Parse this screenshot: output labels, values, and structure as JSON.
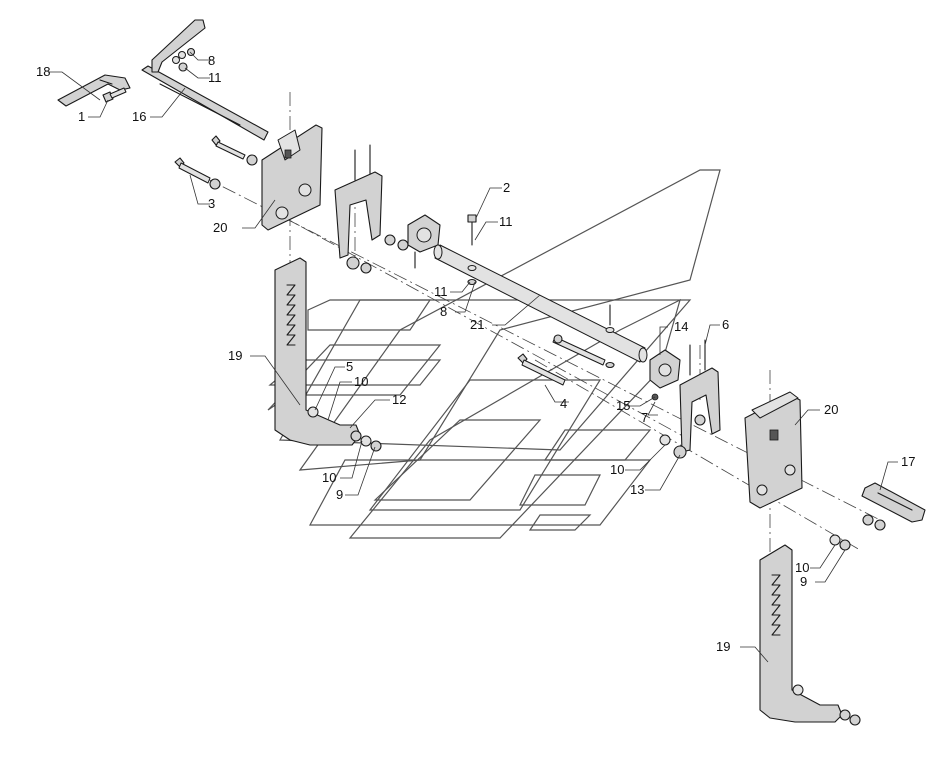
{
  "diagram": {
    "callouts": {
      "c1": "1",
      "c2": "2",
      "c3": "3",
      "c4": "4",
      "c5": "5",
      "c6": "6",
      "c7": "7",
      "c8a": "8",
      "c8b": "8",
      "c9a": "9",
      "c9b": "9",
      "c10a": "10",
      "c10b": "10",
      "c10c": "10",
      "c10d": "10",
      "c11a": "11",
      "c11b": "11",
      "c11c": "11",
      "c12": "12",
      "c13": "13",
      "c14": "14",
      "c15": "15",
      "c16": "16",
      "c17": "17",
      "c18": "18",
      "c19a": "19",
      "c19b": "19",
      "c20a": "20",
      "c20b": "20",
      "c21": "21"
    }
  }
}
